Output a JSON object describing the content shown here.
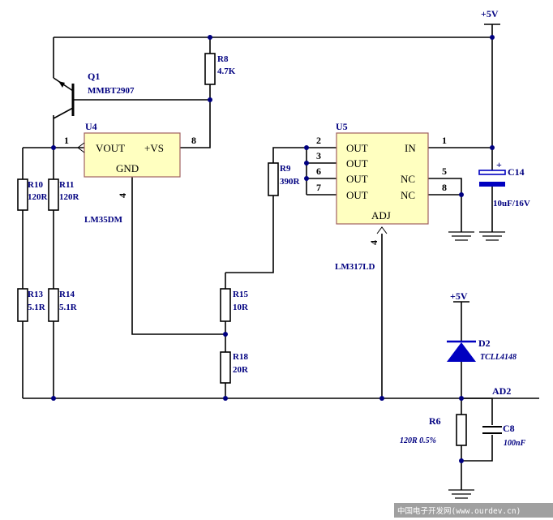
{
  "colors": {
    "wire": "#000000",
    "label": "#000080",
    "chip_fill": "#ffffc0",
    "chip_border": "#a06060",
    "capacitor": "#0000c0",
    "watermark_bg": "#a0a0a0",
    "watermark_text": "#ffffff"
  },
  "power": {
    "vplus_top": "+5V",
    "vplus_diode": "+5V"
  },
  "transistor": {
    "ref": "Q1",
    "part": "MMBT2907"
  },
  "u4": {
    "ref": "U4",
    "pin_vout": "VOUT",
    "pin_vs": "+VS",
    "pin_gnd": "GND",
    "pin1": "1",
    "pin8": "8",
    "pin4": "4",
    "part": "LM35DM"
  },
  "u5": {
    "ref": "U5",
    "out1": "OUT",
    "out2": "OUT",
    "out3": "OUT",
    "out4": "OUT",
    "in": "IN",
    "nc1": "NC",
    "nc2": "NC",
    "adj": "ADJ",
    "pin2": "2",
    "pin3": "3",
    "pin6": "6",
    "pin7": "7",
    "pin1": "1",
    "pin5": "5",
    "pin8": "8",
    "pin4": "4",
    "part": "LM317LD"
  },
  "resistors": {
    "r8_ref": "R8",
    "r8_val": "4.7K",
    "r9_ref": "R9",
    "r9_val": "390R",
    "r10_ref": "R10",
    "r10_val": "120R",
    "r11_ref": "R11",
    "r11_val": "120R",
    "r13_ref": "R13",
    "r13_val": "5.1R",
    "r14_ref": "R14",
    "r14_val": "5.1R",
    "r15_ref": "R15",
    "r15_val": "10R",
    "r18_ref": "R18",
    "r18_val": "20R",
    "r6_ref": "R6",
    "r6_val": "120R 0.5%"
  },
  "capacitors": {
    "c14_ref": "C14",
    "c14_val": "10uF/16V",
    "c8_ref": "C8",
    "c8_val": "100nF"
  },
  "diode": {
    "ref": "D2",
    "part": "TCLL4148"
  },
  "net": {
    "ad2": "AD2"
  },
  "watermark": "中国电子开发网(www.ourdev.cn)"
}
